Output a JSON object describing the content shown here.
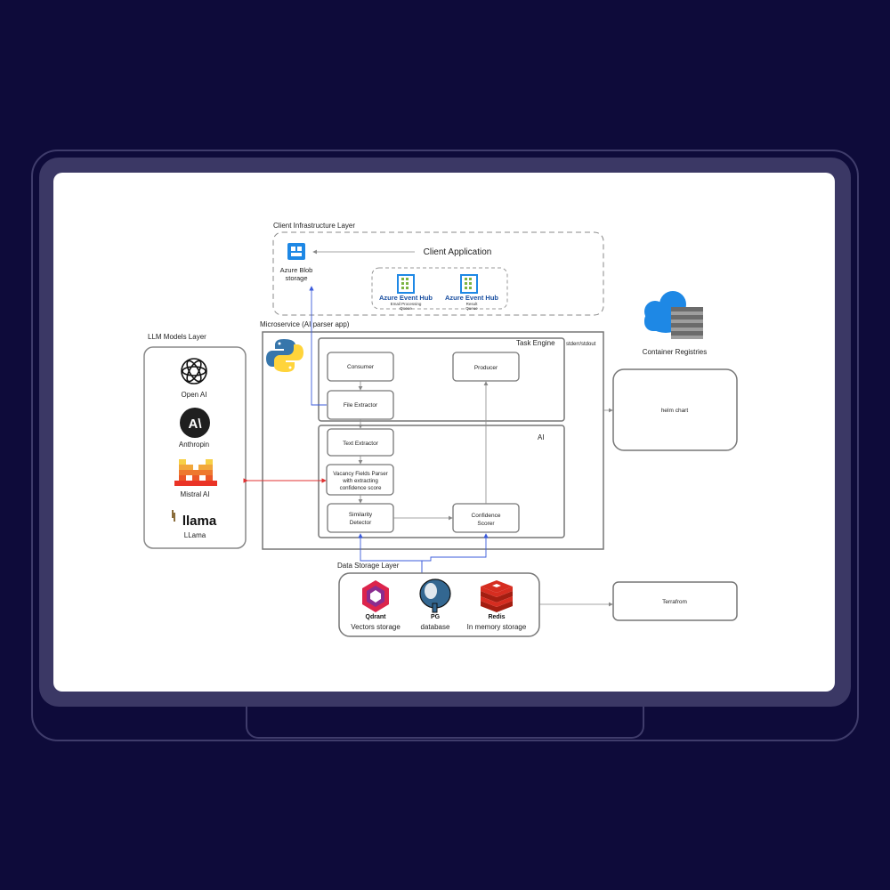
{
  "layers": {
    "client": "Client Infrastructure Layer",
    "llm": "LLM Models Layer",
    "data": "Data Storage Layer"
  },
  "client": {
    "blob_line1": "Azure Blob",
    "blob_line2": "storage",
    "app": "Client Application",
    "hub1_title": "Azure Event Hub",
    "hub1_sub1": "Email Processing",
    "hub1_sub2": "Queue",
    "hub2_title": "Azure Event Hub",
    "hub2_sub1": "Result",
    "hub2_sub2": "Queue"
  },
  "microservice": {
    "title": "Microservice (AI parser app)",
    "task_engine": "Task Engine",
    "stdout": "stderr/stdout",
    "consumer": "Consumer",
    "producer": "Producer",
    "file_extractor": "File Extractor",
    "ai": "AI",
    "text_extractor": "Text Extractor",
    "vacancy_l1": "Vacancy Fields Parser",
    "vacancy_l2": "with extracting",
    "vacancy_l3": "confidence score",
    "sim_l1": "Similarity",
    "sim_l2": "Detector",
    "conf_l1": "Confidence",
    "conf_l2": "Scorer"
  },
  "llm": {
    "openai": "Open AI",
    "anthropic": "Anthropin",
    "mistral": "Mistral AI",
    "llama_logo": "llama",
    "llama": "LLama"
  },
  "storage": {
    "qdrant_name": "Qdrant",
    "qdrant_desc": "Vectors storage",
    "pg_name": "PG",
    "pg_desc": "database",
    "redis_name": "Redis",
    "redis_desc": "In memory storage"
  },
  "infra": {
    "registries": "Container Registries",
    "helm": "helm chart",
    "terraform": "Terrafrom"
  },
  "colors": {
    "background": "#0e0b3a",
    "frame": "#3b3865",
    "arrow_blue": "#3b5bdb",
    "arrow_red": "#e03131",
    "azure_blue": "#1e88e5",
    "redis_red": "#d62d20",
    "pg_blue": "#336791",
    "qdrant_purple": "#b3236b",
    "mistral_orange": "#f7a325"
  }
}
